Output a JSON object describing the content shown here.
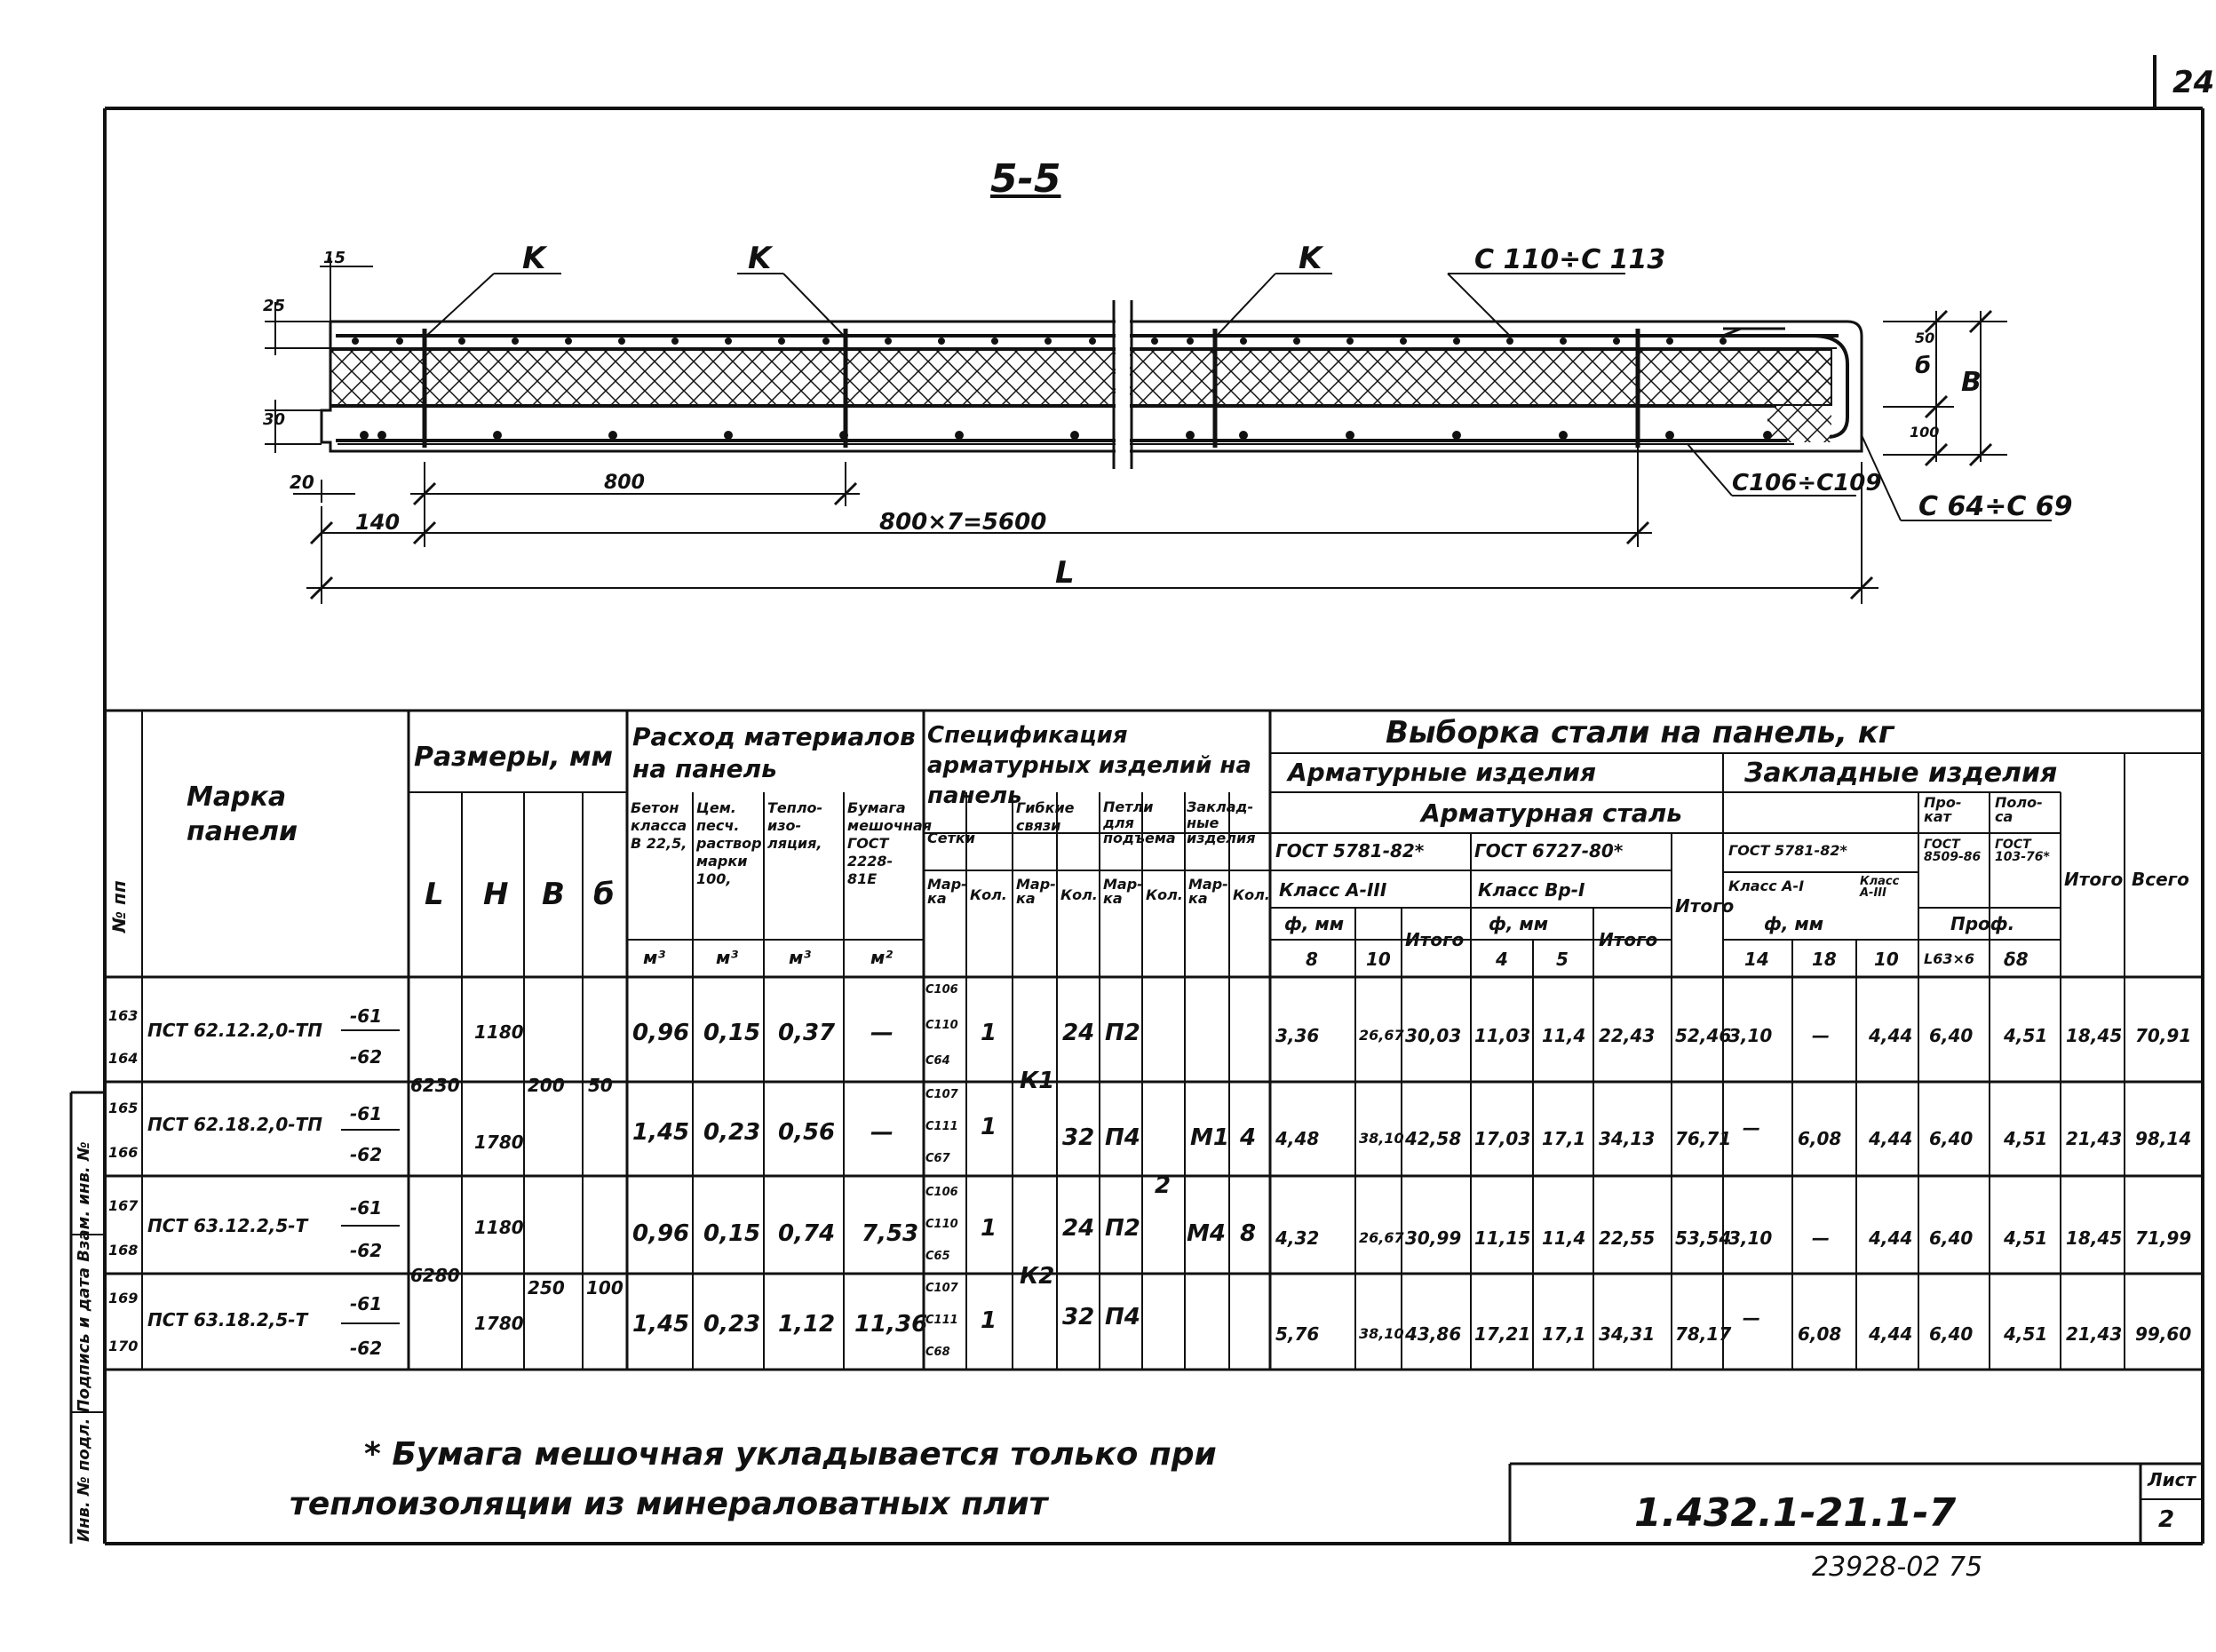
{
  "page_number": "24",
  "section_title": "5-5",
  "section": {
    "labels": {
      "k": "K",
      "c110": "С 110÷С 113",
      "c106": "С106÷С109",
      "c64": "С 64÷С 69",
      "dim_15": "15",
      "dim_25": "25",
      "dim_30": "30",
      "dim_20": "20",
      "dim_800": "800",
      "dim_140": "140",
      "dim_800x7": "800×7=5600",
      "dim_L": "L",
      "dim_B": "В",
      "dim_b": "б",
      "dim_50": "50",
      "dim_100": "100"
    }
  },
  "table": {
    "header": {
      "col_no": "№ пп",
      "marka": "Марка панели",
      "razmery": "Размеры, мм",
      "L": "L",
      "H": "Н",
      "B": "В",
      "b": "б",
      "rashod": "Расход материалов на панель",
      "beton": "Бетон класса В 22,5,",
      "beton_u": "м³",
      "cem": "Цем. песч. раствор марки 100,",
      "cem_u": "м³",
      "teplo": "Тепло- изо- ляция,",
      "teplo_u": "м³",
      "bumaga": "Бумага мешочная ГОСТ 2228-81Е",
      "bumaga_u": "м²",
      "spec": "Спецификация арматурных изделий на панель",
      "setki": "Сетки",
      "gib": "Гибкие связи",
      "petli": "Петли для подъема",
      "zakl": "Заклад- ные изделия",
      "marka_s": "Мар- ка",
      "kol": "Кол.",
      "vyborka": "Выборка стали на панель, кг",
      "armaturnye": "Арматурные изделия",
      "zakladnye": "Закладные изделия",
      "arm_stal": "Арматурная сталь",
      "gost5781": "ГОСТ 5781-82*",
      "gost6727": "ГОСТ 6727-80*",
      "klass_a3": "Класс А-III",
      "klass_bp1": "Класс Вр-I",
      "d_mm": "ф, мм",
      "itogo": "Итого",
      "gost5781b": "ГОСТ 5781-82*",
      "klass_a1": "Класс А-I",
      "klass_a3b": "Класс А-III",
      "prokat": "Про- кат",
      "gost8509": "ГОСТ 8509-86",
      "polosa": "Поло- са",
      "gost103": "ГОСТ 103-76*",
      "prof": "Проф.",
      "vsego": "Всего",
      "d8": "8",
      "d10": "10",
      "d4": "4",
      "d5": "5",
      "d14": "14",
      "d18": "18",
      "d10b": "10",
      "l63": "L63×6",
      "d_8": "δ8"
    },
    "rows": [
      {
        "nums": [
          "163",
          "164"
        ],
        "marka": "ПСТ 62.12.2,0-ТП",
        "v1": "-61",
        "v2": "-62",
        "H": "1180",
        "beton": "0,96",
        "cem": "0,15",
        "teplo": "0,37",
        "bum": "—",
        "setki": [
          "С106",
          "С110",
          "С64"
        ],
        "setki_kol": "1",
        "gib_kol": "24",
        "petli": "П2",
        "a8": "3,36",
        "a10": "26,67",
        "a_it": "30,03",
        "b4": "11,03",
        "b5": "11,4",
        "b_it": "22,43",
        "itogo": "52,46",
        "z14": "3,10",
        "z18": "—",
        "z10": "4,44",
        "itogo2": "18,45",
        "l63": "6,40",
        "p8": "4,51",
        "vsego": "70,91"
      },
      {
        "nums": [
          "165",
          "166"
        ],
        "marka": "ПСТ 62.18.2,0-ТП",
        "v1": "-61",
        "v2": "-62",
        "H": "1780",
        "beton": "1,45",
        "cem": "0,23",
        "teplo": "0,56",
        "bum": "—",
        "setki": [
          "С107",
          "С111",
          "С67"
        ],
        "setki_kol": "1",
        "gib_kol": "32",
        "petli": "П4",
        "a8": "4,48",
        "a10": "38,10",
        "a_it": "42,58",
        "b4": "17,03",
        "b5": "17,1",
        "b_it": "34,13",
        "itogo": "76,71",
        "z14": "—",
        "z18": "6,08",
        "z10": "4,44",
        "itogo2": "21,43",
        "l63": "6,40",
        "p8": "4,51",
        "vsego": "98,14"
      },
      {
        "nums": [
          "167",
          "168"
        ],
        "marka": "ПСТ 63.12.2,5-Т",
        "v1": "-61",
        "v2": "-62",
        "H": "1180",
        "beton": "0,96",
        "cem": "0,15",
        "teplo": "0,74",
        "bum": "7,53",
        "setki": [
          "С106",
          "С110",
          "С65"
        ],
        "setki_kol": "1",
        "gib_kol": "24",
        "petli": "П2",
        "a8": "4,32",
        "a10": "26,67",
        "a_it": "30,99",
        "b4": "11,15",
        "b5": "11,4",
        "b_it": "22,55",
        "itogo": "53,54",
        "z14": "3,10",
        "z18": "—",
        "z10": "4,44",
        "itogo2": "18,45",
        "l63": "6,40",
        "p8": "4,51",
        "vsego": "71,99"
      },
      {
        "nums": [
          "169",
          "170"
        ],
        "marka": "ПСТ 63.18.2,5-Т",
        "v1": "-61",
        "v2": "-62",
        "H": "1780",
        "beton": "1,45",
        "cem": "0,23",
        "teplo": "1,12",
        "bum": "11,36",
        "setki": [
          "С107",
          "С111",
          "С68"
        ],
        "setki_kol": "1",
        "gib_kol": "32",
        "petli": "П4",
        "a8": "5,76",
        "a10": "38,10",
        "a_it": "43,86",
        "b4": "17,21",
        "b5": "17,1",
        "b_it": "34,31",
        "itogo": "78,17",
        "z14": "—",
        "z18": "6,08",
        "z10": "4,44",
        "itogo2": "21,43",
        "l63": "6,40",
        "p8": "4,51",
        "vsego": "99,60"
      }
    ],
    "group": {
      "L1": "6230",
      "B1": "200",
      "b1": "50",
      "L2": "6280",
      "B2": "250",
      "b2": "100",
      "gib_m1": "К1",
      "gib_m2": "К2",
      "petli_kol": "2",
      "zakl_m1": "М1",
      "zakl_k1": "4",
      "zakl_m2": "М4",
      "zakl_k2": "8"
    }
  },
  "footnote": {
    "line1": "* Бумага   мешочная   укладывается   только   при",
    "line2": "теплоизоляции   из   минераловатных   плит"
  },
  "stamp": {
    "code": "1.432.1-21.1-7",
    "sheet_label": "Лист",
    "sheet": "2"
  },
  "bottom_code": "23928-02   75",
  "side_label": "Инв. № подл.   Подпись и дата   Взам. инв. №"
}
